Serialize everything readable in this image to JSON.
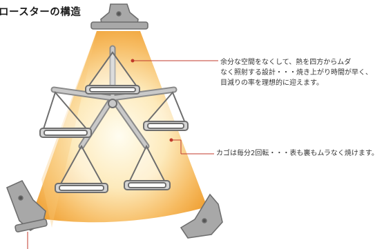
{
  "diagram": {
    "title": "ロースターの構造",
    "callouts": [
      {
        "lines": [
          "余分な空間をなくして、熱を四方からムダ",
          "なく照射する設計・・・焼き上がり時間が早く、",
          "目減りの率を理想的に迎えます。"
        ]
      },
      {
        "lines": [
          "カゴは毎分2回転・・・表も裏もムラなく焼けます。"
        ]
      }
    ],
    "colors": {
      "heat_core": "#fffbe6",
      "heat_edge": "#f0a030",
      "metal": "#a8a8a8",
      "metal_dark": "#6e6e6e",
      "leader": "#c0392b"
    }
  }
}
